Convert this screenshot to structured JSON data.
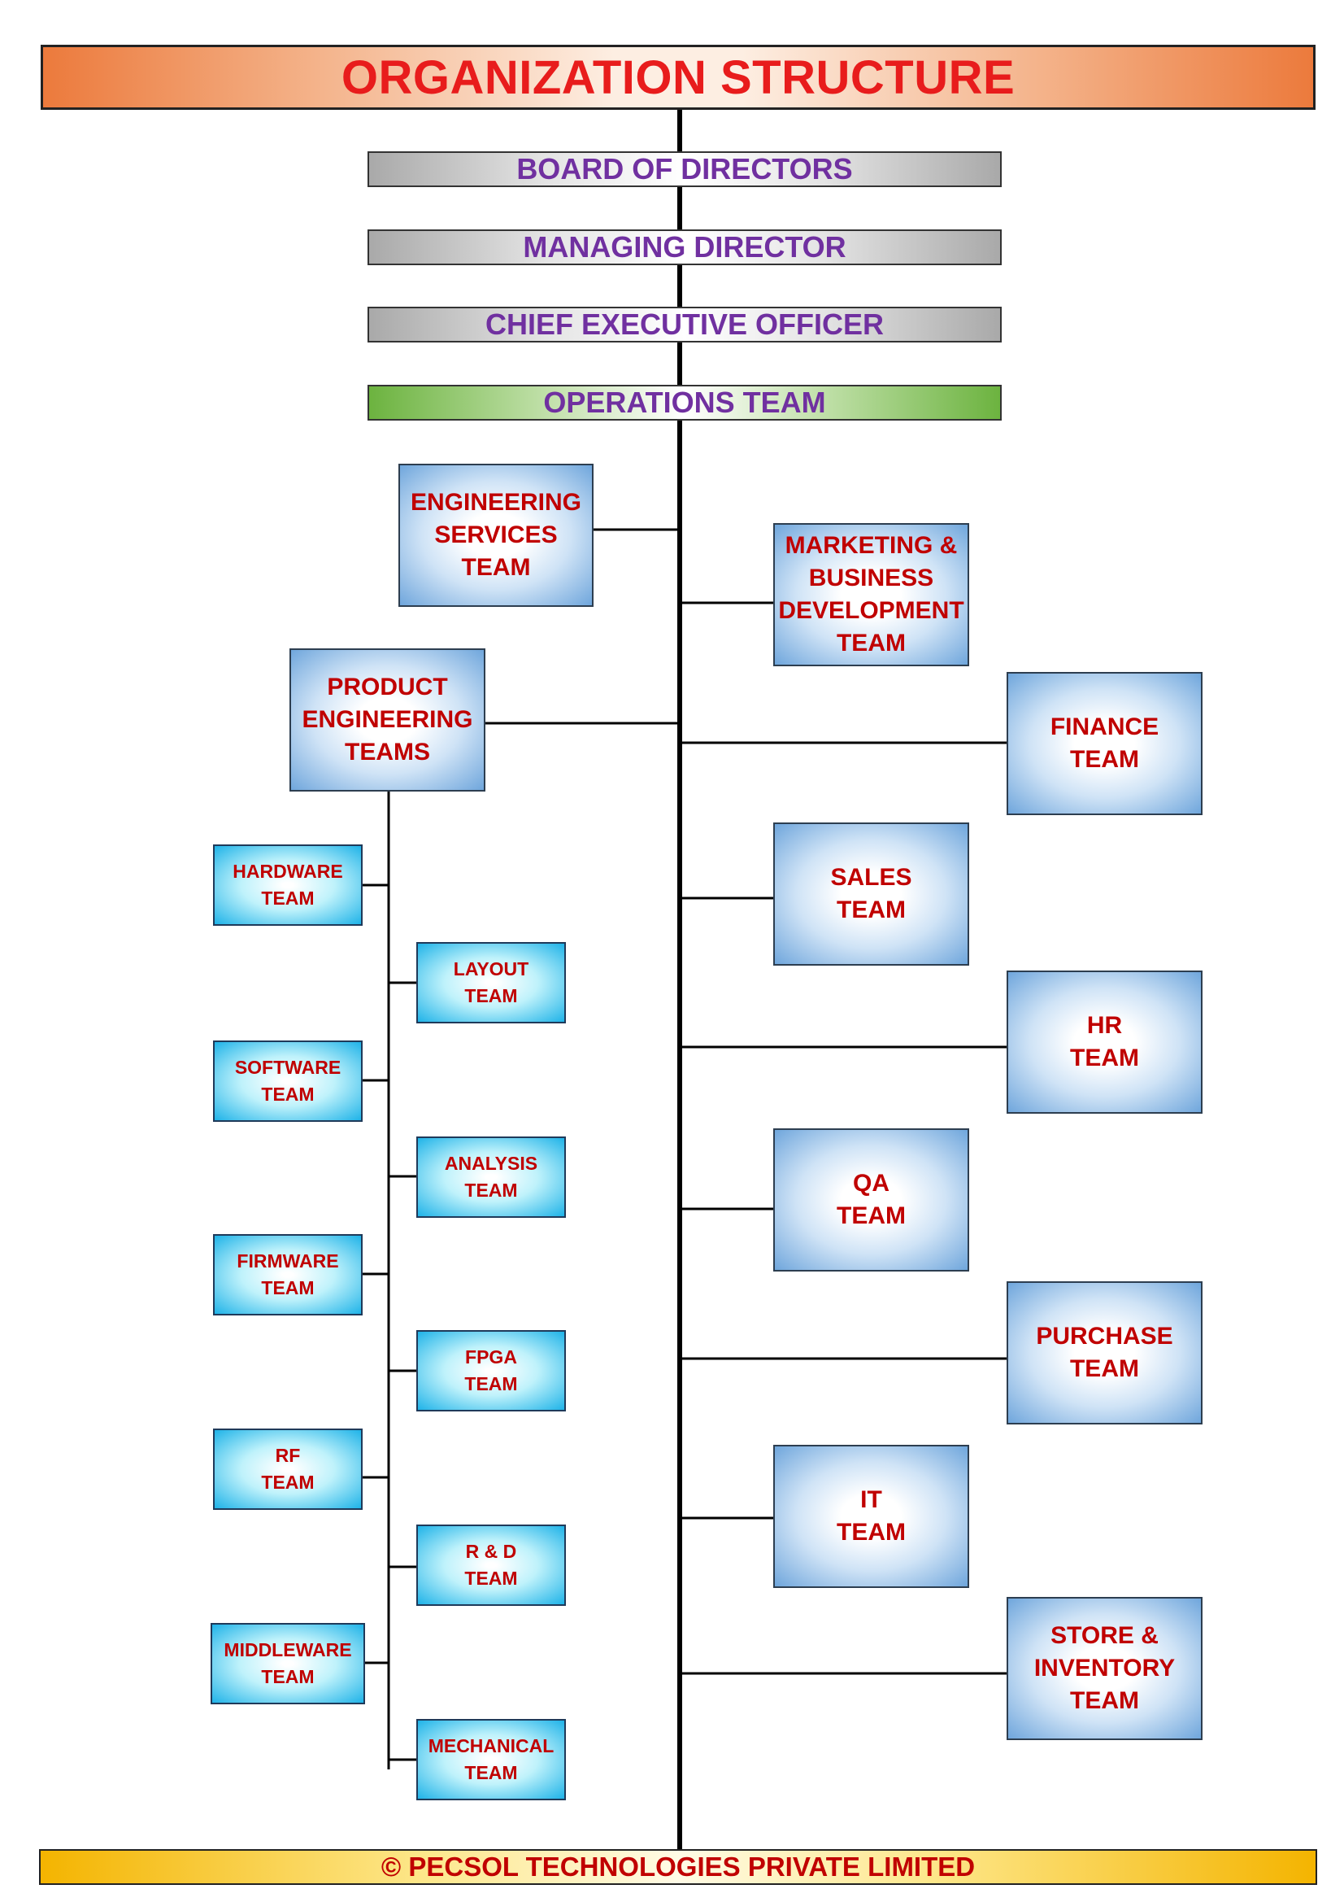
{
  "title": "ORGANIZATION STRUCTURE",
  "executive_chain": [
    "BOARD OF DIRECTORS",
    "MANAGING DIRECTOR",
    "CHIEF EXECUTIVE OFFICER",
    "OPERATIONS TEAM"
  ],
  "left_branches": {
    "engineering_services": "ENGINEERING\nSERVICES\nTEAM",
    "product_engineering": "PRODUCT\nENGINEERING\nTEAMS"
  },
  "product_teams_left": [
    "HARDWARE\nTEAM",
    "SOFTWARE\nTEAM",
    "FIRMWARE\nTEAM",
    "RF\nTEAM",
    "MIDDLEWARE\nTEAM"
  ],
  "product_teams_right": [
    "LAYOUT\nTEAM",
    "ANALYSIS\nTEAM",
    "FPGA\nTEAM",
    "R & D\nTEAM",
    "MECHANICAL\nTEAM"
  ],
  "right_teams_near": [
    "MARKETING &\nBUSINESS\nDEVELOPMENT\nTEAM",
    "SALES\nTEAM",
    "QA\nTEAM",
    "IT\nTEAM"
  ],
  "right_teams_far": [
    "FINANCE\nTEAM",
    "HR\nTEAM",
    "PURCHASE\nTEAM",
    "STORE &\nINVENTORY\nTEAM"
  ],
  "footer": "© PECSOL TECHNOLOGIES PRIVATE LIMITED",
  "colors": {
    "title_text": "#e81c1c",
    "executive_text": "#7030a0",
    "team_text": "#c00000",
    "operations_fill": "#6cb33f",
    "team_fill": "#6fa6dc",
    "sub_team_fill": "#1fb3e8"
  }
}
